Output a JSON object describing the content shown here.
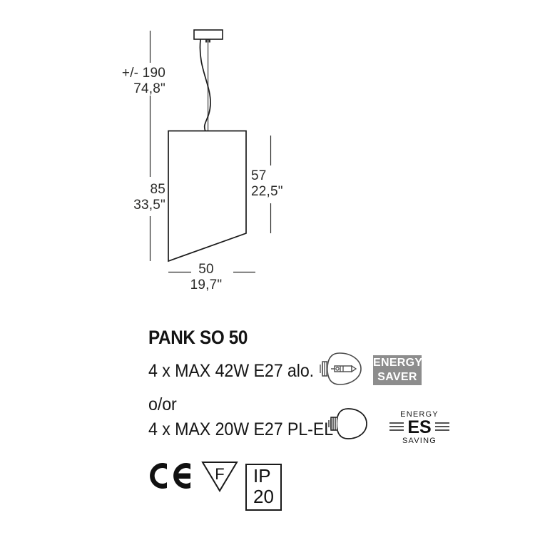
{
  "drawing": {
    "dimensions": {
      "drop": {
        "metric": "+/- 190",
        "imperial": "74,8\""
      },
      "total_height": {
        "metric": "85",
        "imperial": "33,5\""
      },
      "shade_height": {
        "metric": "57",
        "imperial": "22,5\""
      },
      "width": {
        "metric": "50",
        "imperial": "19,7\""
      }
    },
    "parts": {
      "canopy": "ceiling-canopy",
      "rod": "suspension-rod",
      "cable": "power-cable",
      "shade": "lamp-shade"
    },
    "line_color": "#1a1a1a",
    "rod_color": "#8a8a8a"
  },
  "product": {
    "title": "PANK SO 50",
    "lamp_option_1": "4 x MAX 42W E27 alo.",
    "separator": "o/or",
    "lamp_option_2": "4 x MAX 20W E27 PL-EL"
  },
  "badges": {
    "energy_saver": {
      "line1": "ENERGY",
      "line2": "SAVER",
      "background": "#8d8d8d",
      "text_color": "#ffffff"
    },
    "energy_saving": {
      "top": "ENERGY",
      "mark": "ES",
      "bottom": "SAVING"
    }
  },
  "icons": {
    "bulb_halogen": "halogen-bulb-icon",
    "bulb_cfl": "cfl-bulb-icon"
  },
  "certifications": {
    "ce": "CE",
    "class_f": "F",
    "ip_rating": "IP 20"
  }
}
